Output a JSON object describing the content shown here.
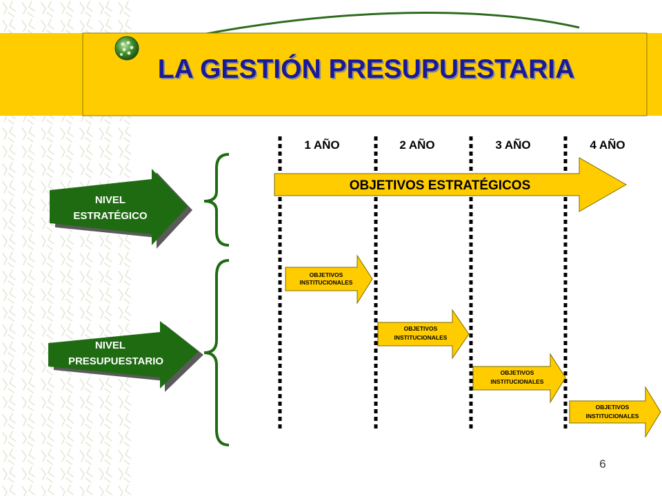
{
  "slide": {
    "title": "LA GESTIÓN PRESUPUESTARIA",
    "page_number": "6"
  },
  "timeline": {
    "years": [
      "1 AÑO",
      "2 AÑO",
      "3 AÑO",
      "4 AÑO"
    ]
  },
  "levels": {
    "strategic": {
      "line1": "NIVEL",
      "line2": "ESTRATÉGICO"
    },
    "budget": {
      "line1": "NIVEL",
      "line2": "PRESUPUESTARIO"
    }
  },
  "strategic_arrow": {
    "label": "OBJETIVOS ESTRATÉGICOS"
  },
  "institutional_arrows": [
    {
      "line1": "OBJETIVOS",
      "line2": "INSTITUCIONALES"
    },
    {
      "line1": "OBJETIVOS",
      "line2": "INSTITUCIONALES"
    },
    {
      "line1": "OBJETIVOS",
      "line2": "INSTITUCIONALES"
    },
    {
      "line1": "OBJETIVOS",
      "line2": "INSTITUCIONALES"
    }
  ],
  "colors": {
    "banner": "#ffcc00",
    "title": "#1a1a99",
    "green": "#1f6b12",
    "arrow_fill": "#ffcc00",
    "decor": "#e7ebd9"
  },
  "icons": {
    "orb": "green-orb-icon",
    "sidebar": "leaf-pattern"
  }
}
